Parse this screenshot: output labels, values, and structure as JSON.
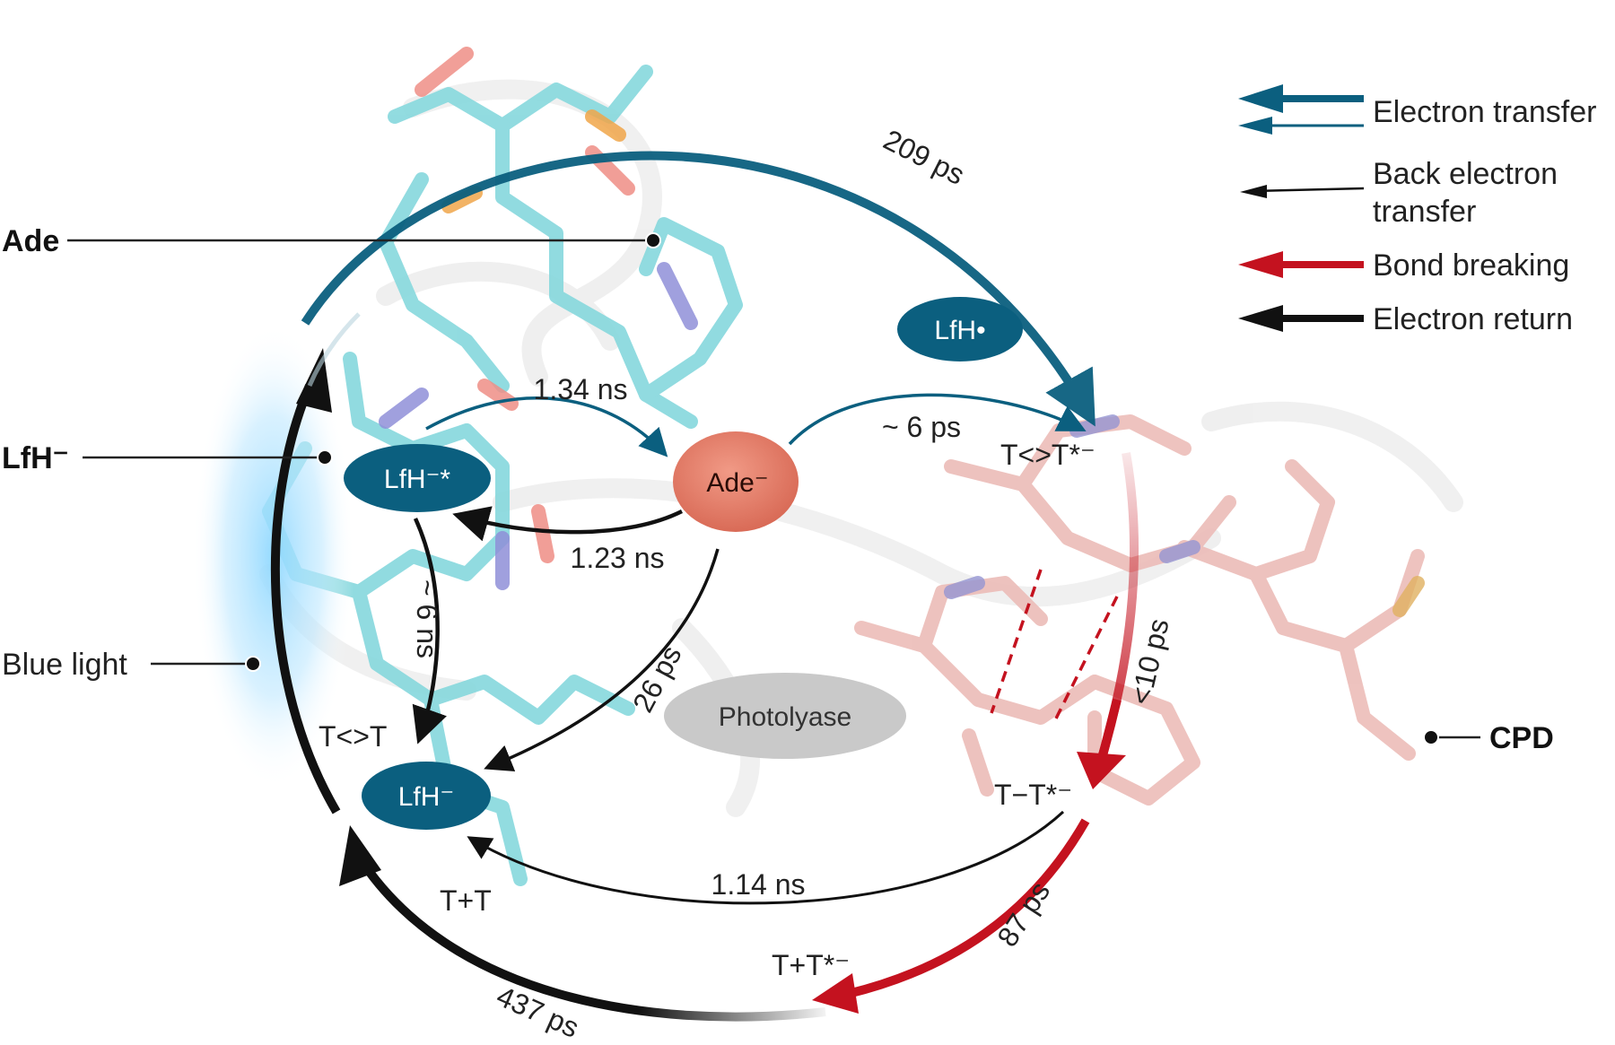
{
  "labels": {
    "ade": "Ade",
    "lfh_minus": "LfH⁻",
    "blue_light": "Blue light",
    "cpd": "CPD"
  },
  "nodes": {
    "lfh_star": "LfH⁻*",
    "ade_minus": "Ade⁻",
    "lfh_radical": "LfH•",
    "lfh_minus": "LfH⁻",
    "photolyase": "Photolyase"
  },
  "species": {
    "t_dimer_top": "T<>T*⁻",
    "t_dimer_left": "T<>T",
    "t_bond": "T−T*⁻",
    "t_plus_t": "T+T",
    "t_plus_t_radical": "T+T*⁻"
  },
  "rates": {
    "r209": "209 ps",
    "r134": "1.34 ns",
    "r6a": "~ 6 ps",
    "r123": "1.23 ns",
    "r6b": "~ 6 ns",
    "r26": "26 ps",
    "r10": "<10 ps",
    "r114": "1.14 ns",
    "r87": "87 ps",
    "r437": "437 ps"
  },
  "legend": [
    {
      "label": "Electron transfer",
      "color": "#0b5f7f"
    },
    {
      "label": "Back electron transfer",
      "color": "#111111"
    },
    {
      "label": "Bond breaking",
      "color": "#c4121f"
    },
    {
      "label": "Electron return",
      "color": "#111111"
    }
  ],
  "colors": {
    "teal": "#0b5f7f",
    "red": "#c4121f",
    "salmon": "#e07b67",
    "black": "#111111",
    "grey_node": "#c9c9c9",
    "cyan_molecule": "#7fd6dc",
    "pink_molecule": "#e9b1ad",
    "blue_glow": "#6cc7f5"
  }
}
